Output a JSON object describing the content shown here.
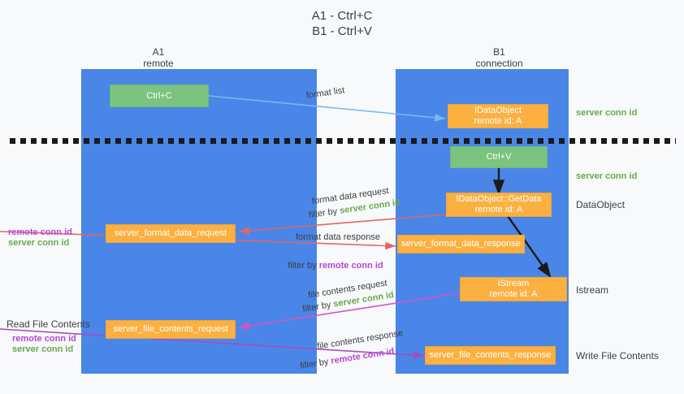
{
  "title": "A1 - Ctrl+C\nB1 - Ctrl+V",
  "lanes": [
    {
      "name": "A1",
      "sub": "remote",
      "header": "A1\nremote"
    },
    {
      "name": "B1",
      "sub": "connection",
      "header": "B1\nconnection"
    }
  ],
  "colors": {
    "lane": "#4a86e8",
    "green_box": "#7ac47f",
    "orange_box": "#fbb040",
    "green_text": "#6aa84f",
    "purple_text": "#b44ad0",
    "blue_arrow": "#7eb6e8",
    "red_arrow": "#e06666",
    "black_arrow": "#1a1a1a",
    "magenta_arrow": "#d453c8",
    "purple_arrow": "#a64dbd",
    "background": "#f8f9fa"
  },
  "nodes": {
    "ctrl_c": {
      "label": "Ctrl+C"
    },
    "ctrl_v": {
      "label": "Ctrl+V"
    },
    "idataobject": {
      "line1": "IDataObject",
      "line2": "remote id: A"
    },
    "getdata": {
      "line1": "IDataObject::GetData",
      "line2": "remote id: A"
    },
    "istream": {
      "line1": "IStream",
      "line2": "remote id: A"
    },
    "fmt_req": {
      "label": "server_format_data_request"
    },
    "fmt_resp": {
      "label": "server_format_data_response"
    },
    "file_req": {
      "label": "server_file_contents_request"
    },
    "file_resp": {
      "label": "server_file_contents_response"
    }
  },
  "right_labels": {
    "server_conn_id_1": "server conn id",
    "server_conn_id_2": "server conn id",
    "dataobject": "DataObject",
    "istream": "Istream",
    "write_file_contents": "Write File Contents"
  },
  "left_labels": {
    "remote_conn_id_1": "remote conn id",
    "server_conn_id_1": "server conn id",
    "read_file_contents": "Read File Contents",
    "remote_conn_id_2": "remote conn id",
    "server_conn_id_2": "server conn id"
  },
  "edge_labels": {
    "format_list": "format list",
    "format_data_request": "format data request",
    "format_data_request_filter_prefix": "filter by ",
    "format_data_request_filter_value": "server conn id",
    "format_data_response": "format data response",
    "format_data_response_filter_prefix": "filter by ",
    "format_data_response_filter_value": "remote conn id",
    "file_contents_request": "file contents request",
    "file_contents_request_filter_prefix": "filter by ",
    "file_contents_request_filter_value": "server conn id",
    "file_contents_response": "file contents response",
    "file_contents_response_filter_prefix": "filter by ",
    "file_contents_response_filter_value": "remote conn id"
  }
}
